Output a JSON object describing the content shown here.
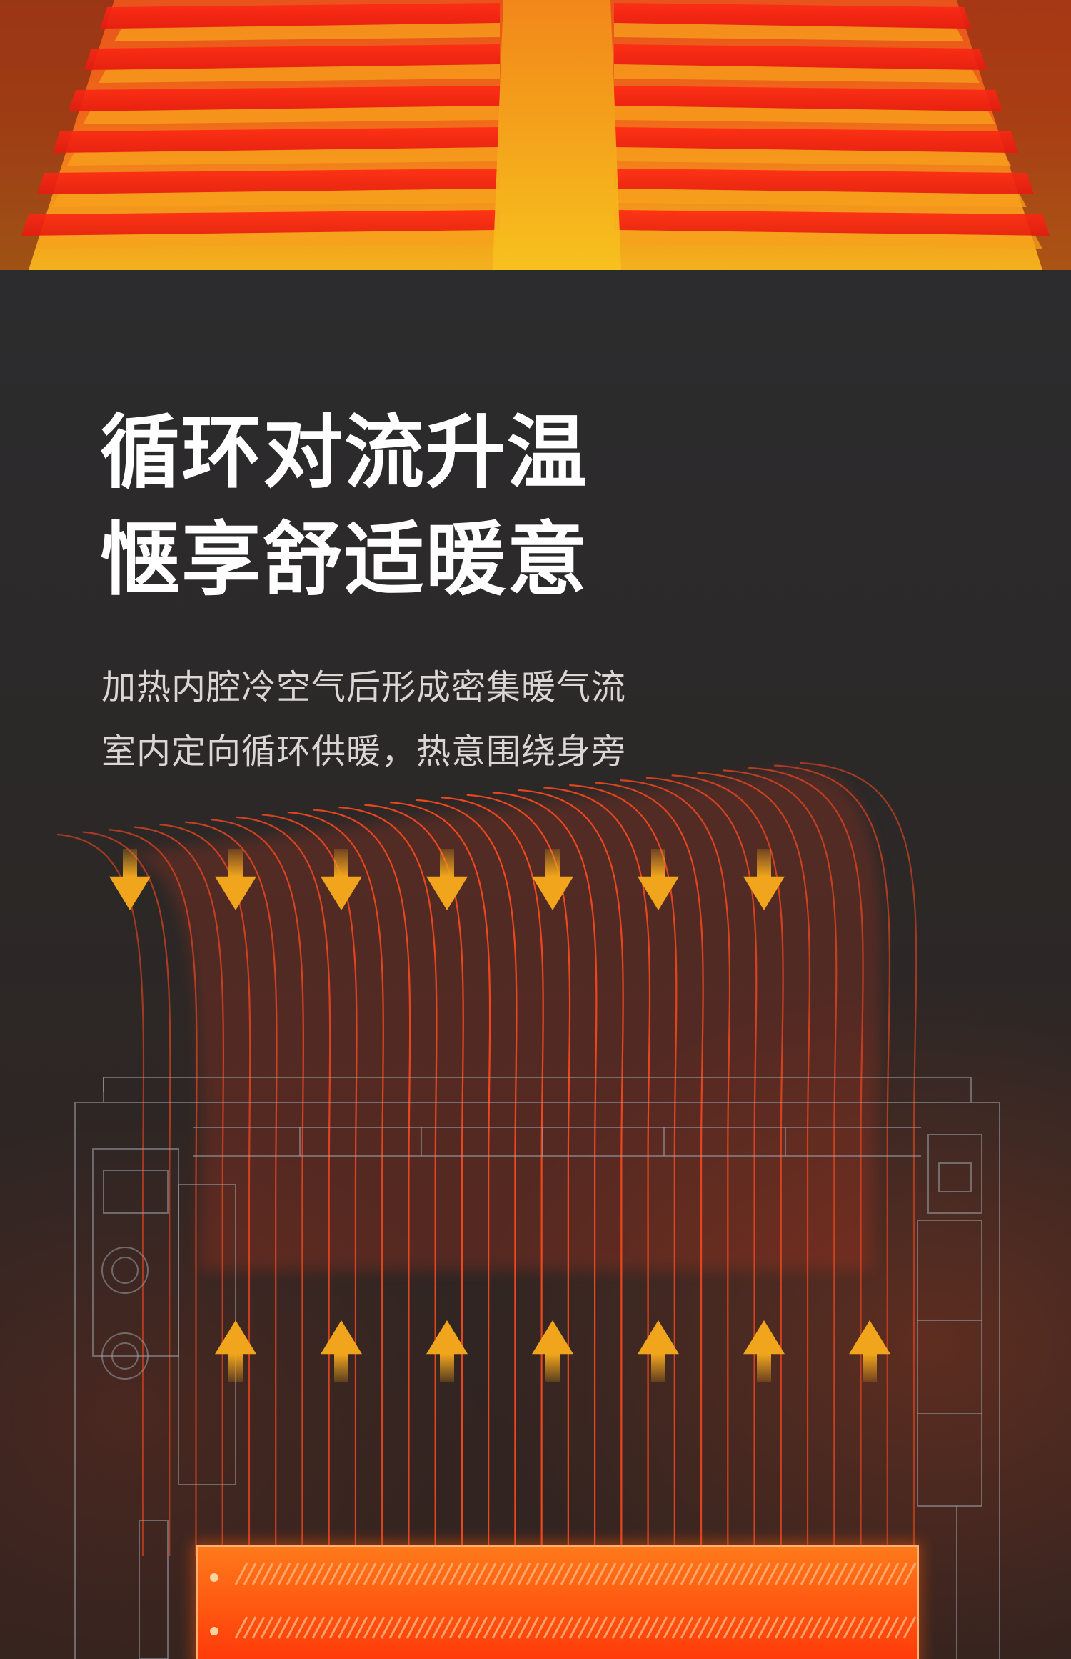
{
  "headline": {
    "line1": "循环对流升温",
    "line2": "惬享舒适暖意"
  },
  "description": {
    "line1": "加热内腔冷空气后形成密集暖气流",
    "line2": "室内定向循环供暖，热意围绕身旁"
  },
  "illustration": {
    "down_arrow_icon": "arrow-down",
    "up_arrow_icon": "arrow-up",
    "down_arrow_count": 7,
    "up_arrow_count": 7
  },
  "colors": {
    "background": "#2b2726",
    "headline": "#ffffff",
    "description": "#d9d6d4",
    "arrow": "#f0a51c",
    "airflow": "#ff4a1e",
    "heater_glow": "#ff5a10"
  }
}
